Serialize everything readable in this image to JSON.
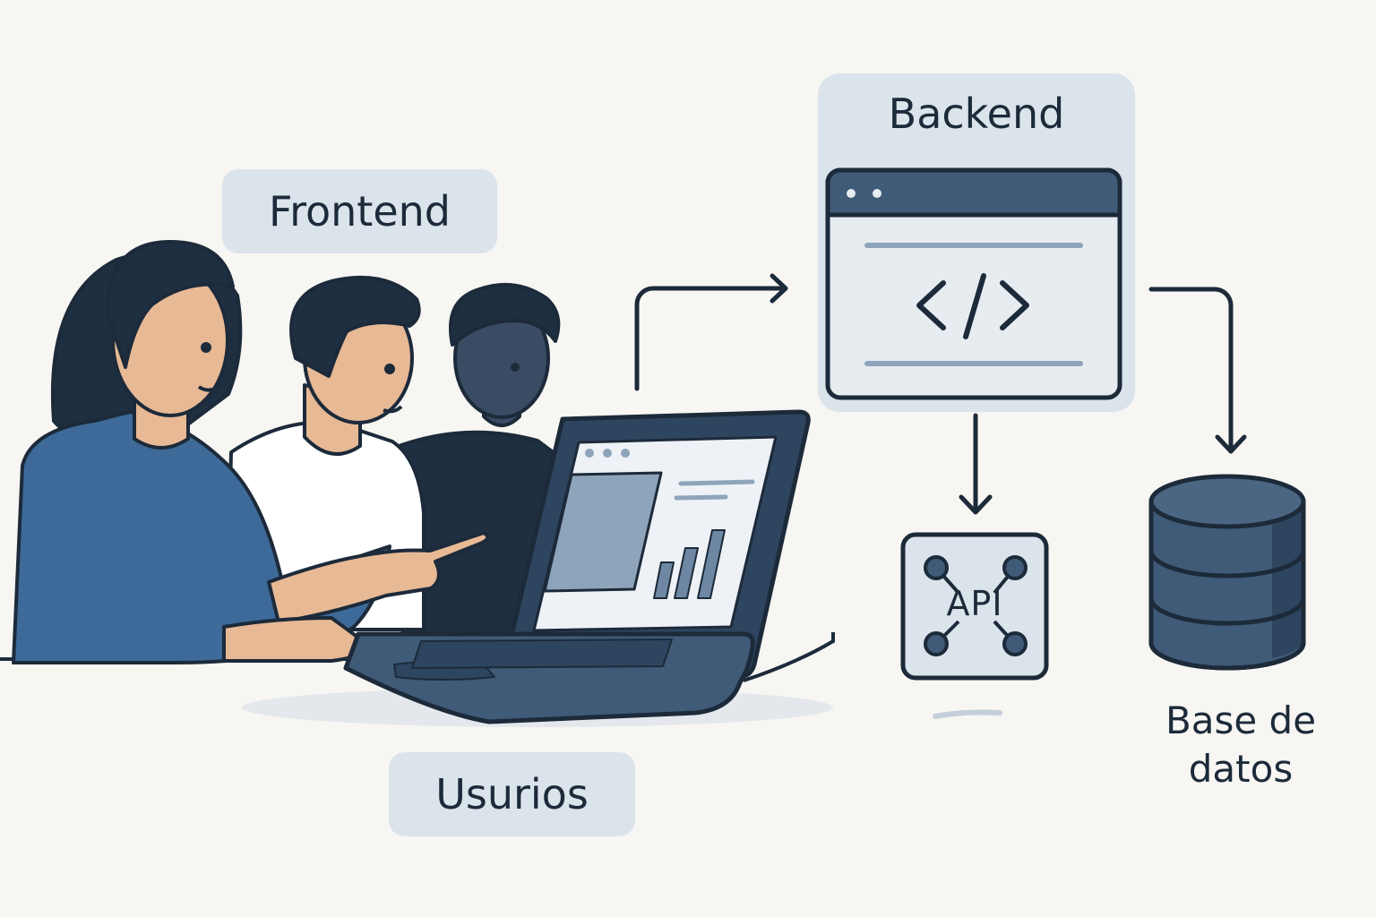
{
  "labels": {
    "frontend": "Frontend",
    "backend": "Backend",
    "api": "API",
    "database_line1": "Base de",
    "database_line2": "datos",
    "users": "Usurios"
  },
  "code_symbol": "</>",
  "colors": {
    "background": "#f7f6f2",
    "panel": "#dbe3eb",
    "dark": "#1c2a3a",
    "accent_blue": "#3d6a98",
    "window_bar": "#3f5b78",
    "skin_light": "#e8b995",
    "skin_dark": "#3a4c63"
  }
}
